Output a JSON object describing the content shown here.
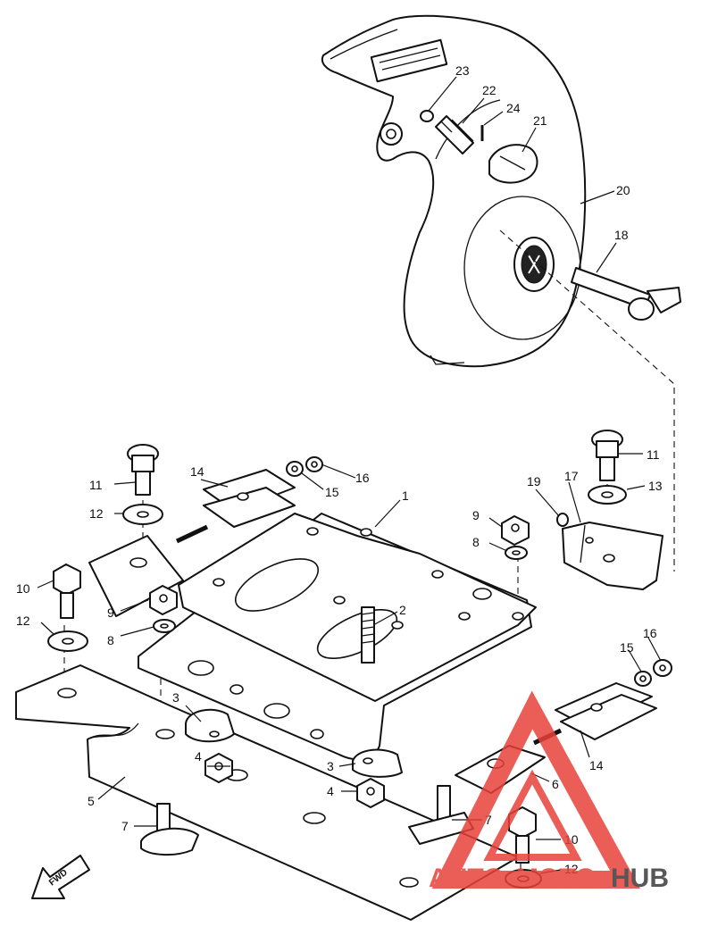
{
  "diagram": {
    "labels": [
      {
        "id": "1",
        "text": "1"
      },
      {
        "id": "2",
        "text": "2"
      },
      {
        "id": "3a",
        "text": "3"
      },
      {
        "id": "3b",
        "text": "3"
      },
      {
        "id": "4a",
        "text": "4"
      },
      {
        "id": "4b",
        "text": "4"
      },
      {
        "id": "5",
        "text": "5"
      },
      {
        "id": "6",
        "text": "6"
      },
      {
        "id": "7a",
        "text": "7"
      },
      {
        "id": "7b",
        "text": "7"
      },
      {
        "id": "8a",
        "text": "8"
      },
      {
        "id": "8b",
        "text": "8"
      },
      {
        "id": "9a",
        "text": "9"
      },
      {
        "id": "9b",
        "text": "9"
      },
      {
        "id": "10a",
        "text": "10"
      },
      {
        "id": "10b",
        "text": "10"
      },
      {
        "id": "11a",
        "text": "11"
      },
      {
        "id": "11b",
        "text": "11"
      },
      {
        "id": "12a",
        "text": "12"
      },
      {
        "id": "12b",
        "text": "12"
      },
      {
        "id": "12c",
        "text": "12"
      },
      {
        "id": "13",
        "text": "13"
      },
      {
        "id": "14a",
        "text": "14"
      },
      {
        "id": "14b",
        "text": "14"
      },
      {
        "id": "15a",
        "text": "15"
      },
      {
        "id": "15b",
        "text": "15"
      },
      {
        "id": "16a",
        "text": "16"
      },
      {
        "id": "16b",
        "text": "16"
      },
      {
        "id": "17",
        "text": "17"
      },
      {
        "id": "18",
        "text": "18"
      },
      {
        "id": "19",
        "text": "19"
      },
      {
        "id": "20",
        "text": "20"
      },
      {
        "id": "21",
        "text": "21"
      },
      {
        "id": "22",
        "text": "22"
      },
      {
        "id": "23",
        "text": "23"
      },
      {
        "id": "24",
        "text": "24"
      }
    ],
    "fwd_label": "FWD",
    "watermark": {
      "text_a": "AUTO",
      "text_b": "MOTO",
      "text_c": "HUB",
      "color_red": "#e8413a",
      "color_dark": "#3a3a3a"
    }
  }
}
